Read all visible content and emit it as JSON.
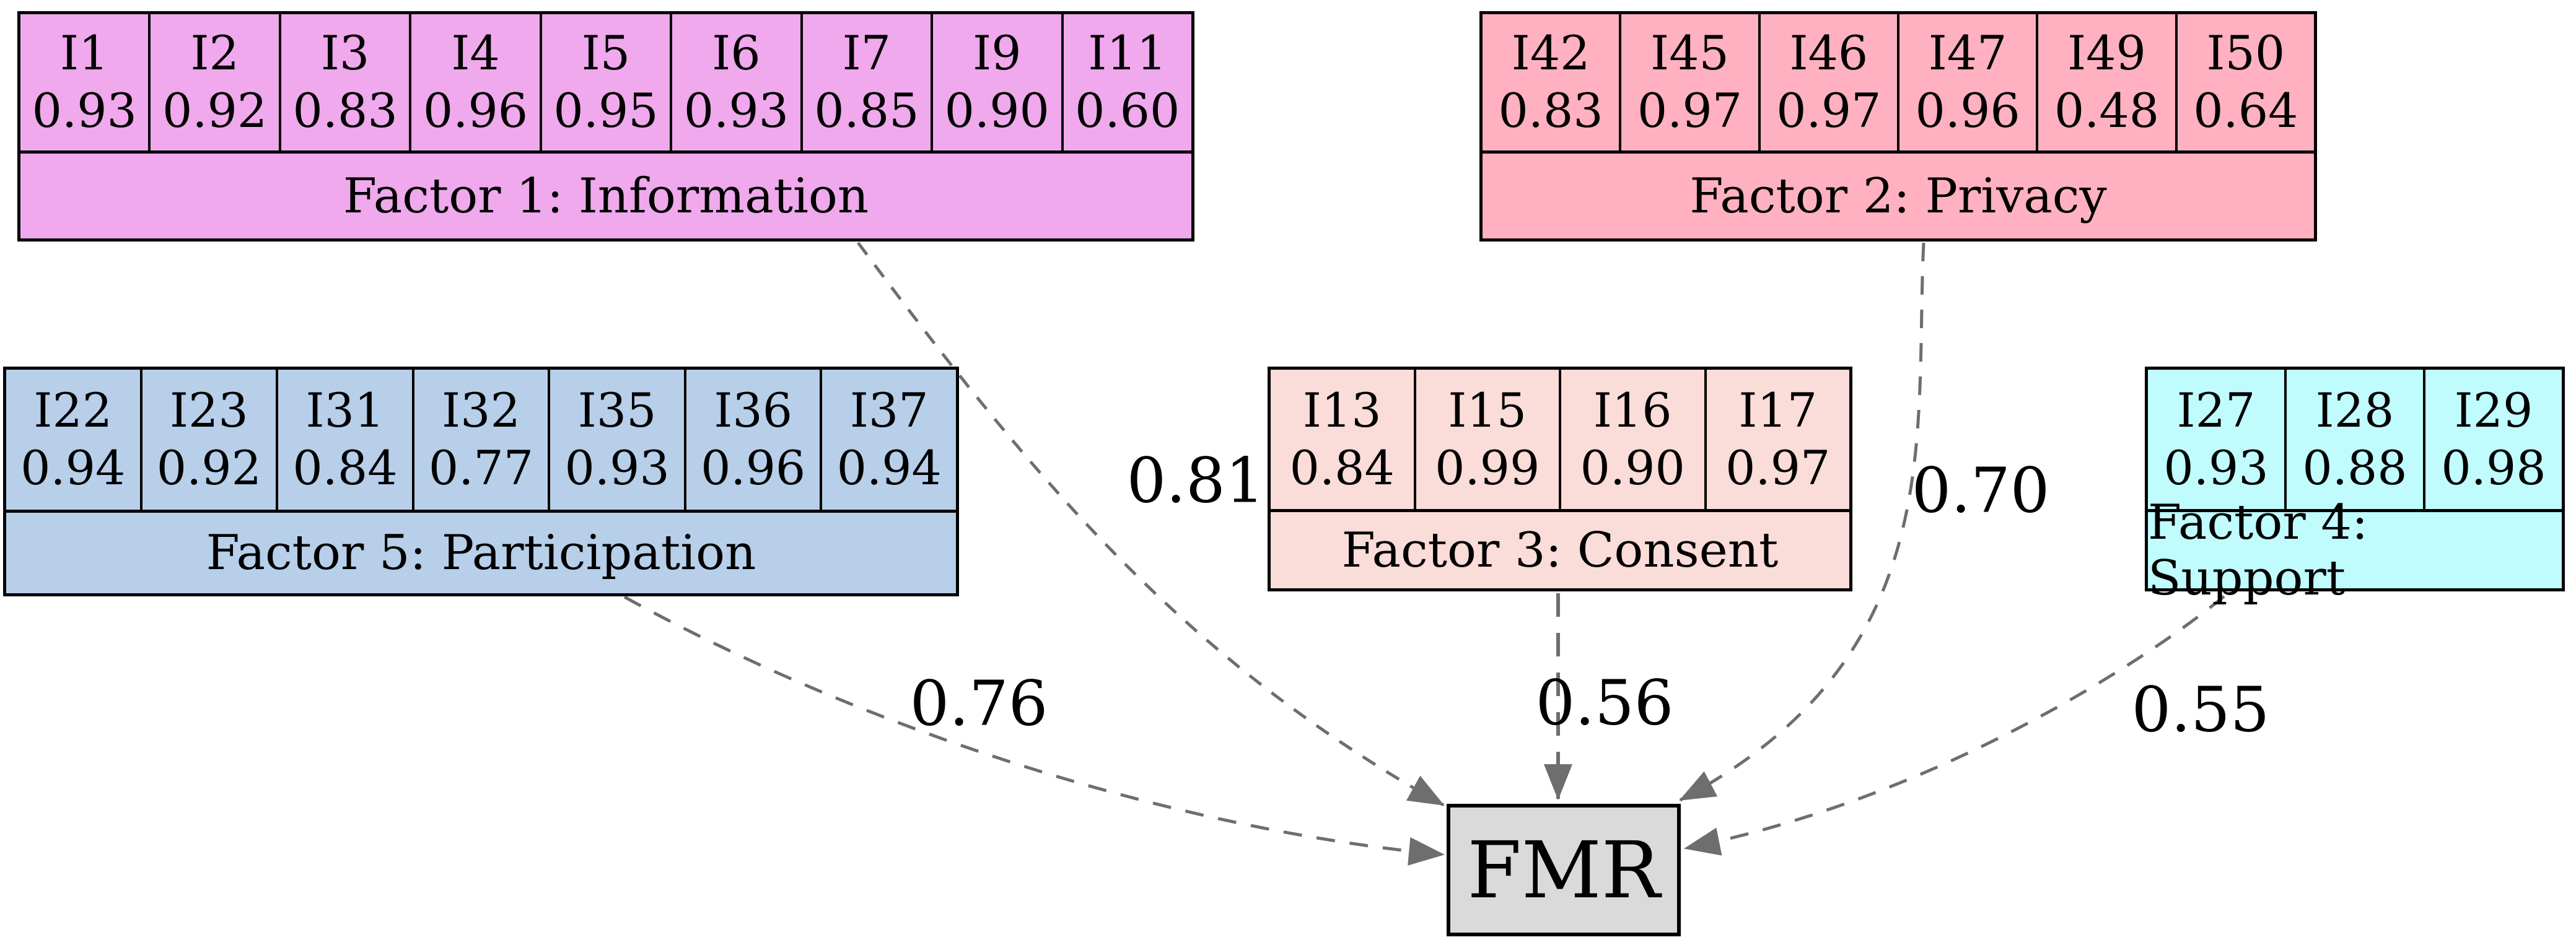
{
  "diagram": {
    "outcome": {
      "label": "FMR",
      "fill": "#dadada"
    },
    "arrow_color": "#6e6e6e",
    "factors": [
      {
        "id": "information",
        "label": "Factor 1: Information",
        "coef": "0.81",
        "color": "#efa9ec",
        "items": [
          {
            "id": "I1",
            "loading": "0.93"
          },
          {
            "id": "I2",
            "loading": "0.92"
          },
          {
            "id": "I3",
            "loading": "0.83"
          },
          {
            "id": "I4",
            "loading": "0.96"
          },
          {
            "id": "I5",
            "loading": "0.95"
          },
          {
            "id": "I6",
            "loading": "0.93"
          },
          {
            "id": "I7",
            "loading": "0.85"
          },
          {
            "id": "I9",
            "loading": "0.90"
          },
          {
            "id": "I11",
            "loading": "0.60"
          }
        ]
      },
      {
        "id": "privacy",
        "label": "Factor 2: Privacy",
        "coef": "0.70",
        "color": "#ffb1c1",
        "items": [
          {
            "id": "I42",
            "loading": "0.83"
          },
          {
            "id": "I45",
            "loading": "0.97"
          },
          {
            "id": "I46",
            "loading": "0.97"
          },
          {
            "id": "I47",
            "loading": "0.96"
          },
          {
            "id": "I49",
            "loading": "0.48"
          },
          {
            "id": "I50",
            "loading": "0.64"
          }
        ]
      },
      {
        "id": "consent",
        "label": "Factor 3: Consent",
        "coef": "0.56",
        "color": "#fadcd9",
        "items": [
          {
            "id": "I13",
            "loading": "0.84"
          },
          {
            "id": "I15",
            "loading": "0.99"
          },
          {
            "id": "I16",
            "loading": "0.90"
          },
          {
            "id": "I17",
            "loading": "0.97"
          }
        ]
      },
      {
        "id": "support",
        "label": "Factor 4: Support",
        "coef": "0.55",
        "color": "#c0fcfe",
        "items": [
          {
            "id": "I27",
            "loading": "0.93"
          },
          {
            "id": "I28",
            "loading": "0.88"
          },
          {
            "id": "I29",
            "loading": "0.98"
          }
        ]
      },
      {
        "id": "participation",
        "label": "Factor 5: Participation",
        "coef": "0.76",
        "color": "#b7cfe9",
        "items": [
          {
            "id": "I22",
            "loading": "0.94"
          },
          {
            "id": "I23",
            "loading": "0.92"
          },
          {
            "id": "I31",
            "loading": "0.84"
          },
          {
            "id": "I32",
            "loading": "0.77"
          },
          {
            "id": "I35",
            "loading": "0.93"
          },
          {
            "id": "I36",
            "loading": "0.96"
          },
          {
            "id": "I37",
            "loading": "0.94"
          }
        ]
      }
    ]
  }
}
